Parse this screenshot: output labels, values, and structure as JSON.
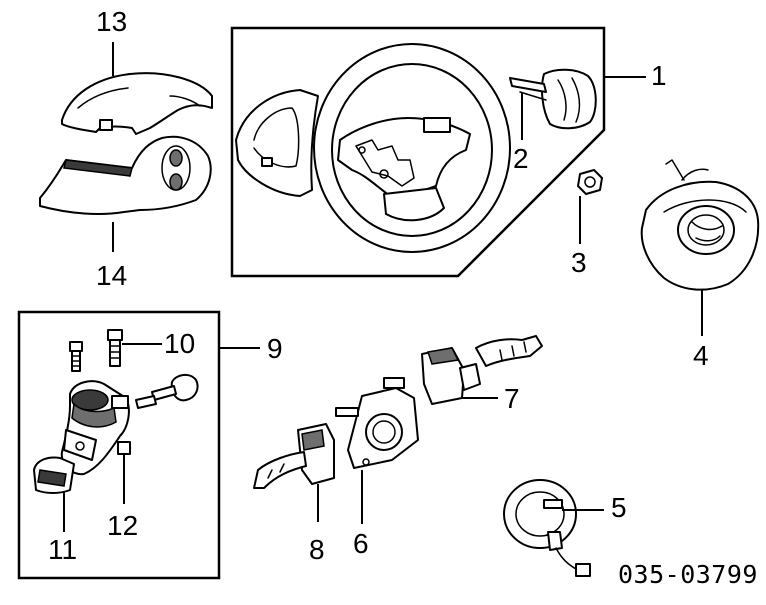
{
  "callouts": {
    "c1": "1",
    "c2": "2",
    "c3": "3",
    "c4": "4",
    "c5": "5",
    "c6": "6",
    "c7": "7",
    "c8": "8",
    "c9": "9",
    "c10": "10",
    "c11": "11",
    "c12": "12",
    "c13": "13",
    "c14": "14"
  },
  "diagram_code": "035-03799"
}
